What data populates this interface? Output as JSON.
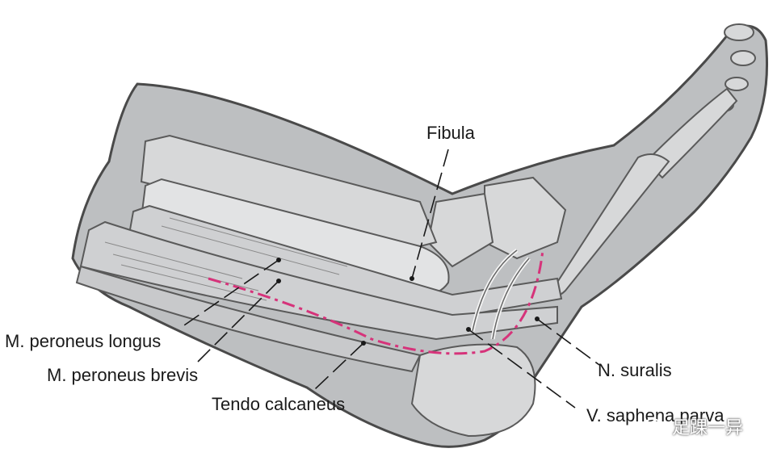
{
  "labels": {
    "fibula": "Fibula",
    "peroneus_longus": "M. peroneus longus",
    "peroneus_brevis": "M. peroneus brevis",
    "tendo_calcaneus": "Tendo calcaneus",
    "n_suralis": "N. suralis",
    "v_saphena_parva": "V. saphena parva"
  },
  "watermark": {
    "text": "足踝一异"
  },
  "colors": {
    "background": "#ffffff",
    "skin": "#bdbfc1",
    "outline": "#4a4a4a",
    "bone": "#d7d8d9",
    "incision": "#d6337a",
    "leader": "#1a1a1a"
  }
}
